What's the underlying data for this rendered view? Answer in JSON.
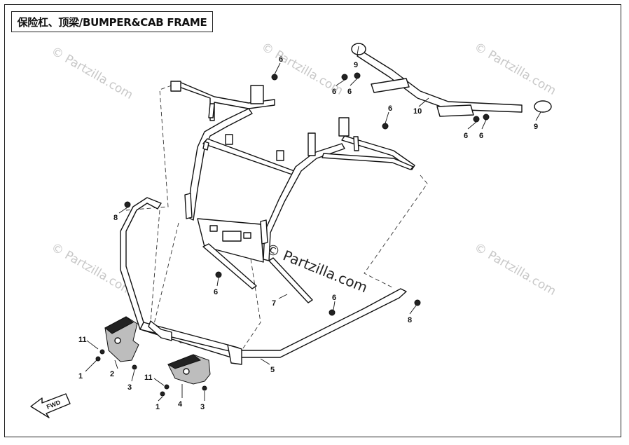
{
  "title": "保险杠、顶梁/BUMPER&CAB FRAME",
  "watermarks": {
    "text": "© Partzilla.com",
    "main_text": "© Partzilla.com"
  },
  "fwd_label": "FWD",
  "callouts": {
    "c1a": "1",
    "c1b": "1",
    "c2": "2",
    "c3a": "3",
    "c3b": "3",
    "c4": "4",
    "c5": "5",
    "c6a": "6",
    "c6b": "6",
    "c6c": "6",
    "c6d": "6",
    "c6e": "6",
    "c6f": "6",
    "c6g": "6",
    "c6h": "6",
    "c7": "7",
    "c8a": "8",
    "c8b": "8",
    "c9a": "9",
    "c9b": "9",
    "c10": "10",
    "c11a": "11",
    "c11b": "11"
  }
}
